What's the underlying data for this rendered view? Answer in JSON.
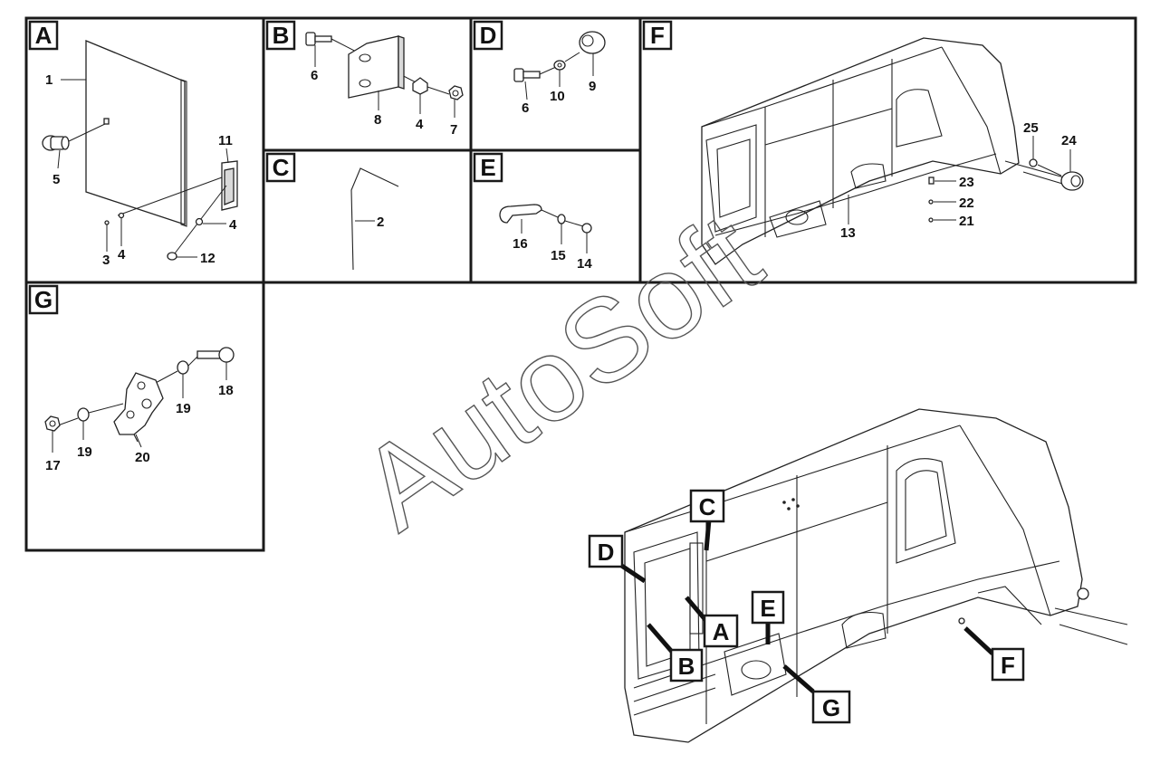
{
  "panels": [
    {
      "id": "A",
      "label": "A"
    },
    {
      "id": "B",
      "label": "B"
    },
    {
      "id": "C",
      "label": "C"
    },
    {
      "id": "D",
      "label": "D"
    },
    {
      "id": "E",
      "label": "E"
    },
    {
      "id": "F",
      "label": "F"
    },
    {
      "id": "G",
      "label": "G"
    }
  ],
  "callouts": {
    "A": [
      "1",
      "5",
      "11",
      "4",
      "3",
      "4",
      "12"
    ],
    "B": [
      "6",
      "8",
      "4",
      "7"
    ],
    "C": [
      "2"
    ],
    "D": [
      "6",
      "10",
      "9"
    ],
    "E": [
      "16",
      "15",
      "14"
    ],
    "F": [
      "25",
      "24",
      "23",
      "22",
      "21",
      "13"
    ],
    "G": [
      "18",
      "19",
      "17",
      "19",
      "20"
    ]
  },
  "overview_labels": [
    "C",
    "D",
    "E",
    "A",
    "B",
    "G",
    "F"
  ],
  "watermark": "AutoSoft",
  "colors": {
    "line": "#1a1a1a",
    "background": "#ffffff",
    "cab_fill": "#ffffff"
  }
}
